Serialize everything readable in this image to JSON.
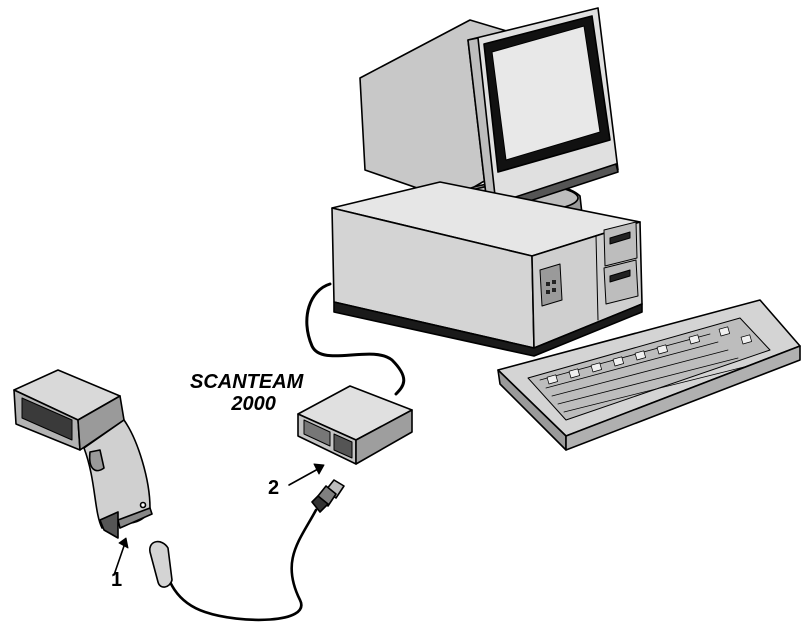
{
  "diagram": {
    "device_label_line1": "SCANTEAM",
    "device_label_line2": "2000",
    "step_1": "1",
    "step_2": "2"
  },
  "palette": {
    "outline": "#000000",
    "light_gray": "#d9d9d9",
    "mid_gray": "#b3b3b3",
    "dark_gray": "#808080",
    "screen": "#e6e6e6"
  }
}
